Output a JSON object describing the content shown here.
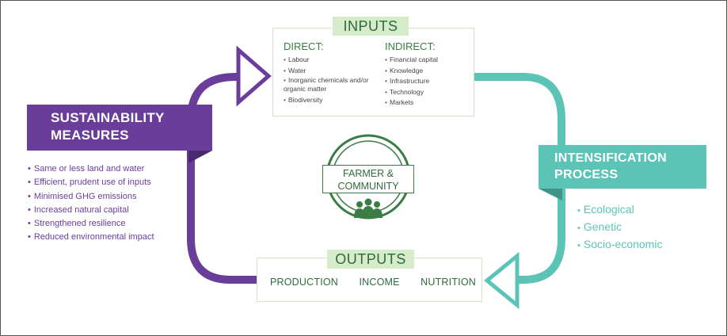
{
  "inputs": {
    "title": "INPUTS",
    "direct": {
      "title": "DIRECT:",
      "items": [
        "Labour",
        "Water",
        "Inorganic chemicals and/or organic matter",
        "Biodiversity"
      ]
    },
    "indirect": {
      "title": "INDIRECT:",
      "items": [
        "Financial capital",
        "Knowledge",
        "Infrastructure",
        "Technology",
        "Markets"
      ]
    }
  },
  "outputs": {
    "title": "OUTPUTS",
    "items": [
      "PRODUCTION",
      "INCOME",
      "NUTRITION"
    ]
  },
  "sustainability": {
    "title_line1": "SUSTAINABILITY",
    "title_line2": "MEASURES",
    "items": [
      "Same or less land and water",
      "Efficient, prudent use of inputs",
      "Minimised GHG emissions",
      "Increased natural capital",
      "Strengthened resilience",
      "Reduced environmental impact"
    ]
  },
  "intensification": {
    "title_line1": "INTENSIFICATION",
    "title_line2": "PROCESS",
    "items": [
      "Ecological",
      "Genetic",
      "Socio-economic"
    ]
  },
  "center": {
    "line1": "FARMER &",
    "line2": "COMMUNITY"
  },
  "colors": {
    "purple": "#6a3d9a",
    "teal": "#5bc4b6",
    "green": "#3a7d44",
    "light_green": "#d6ebc9"
  }
}
